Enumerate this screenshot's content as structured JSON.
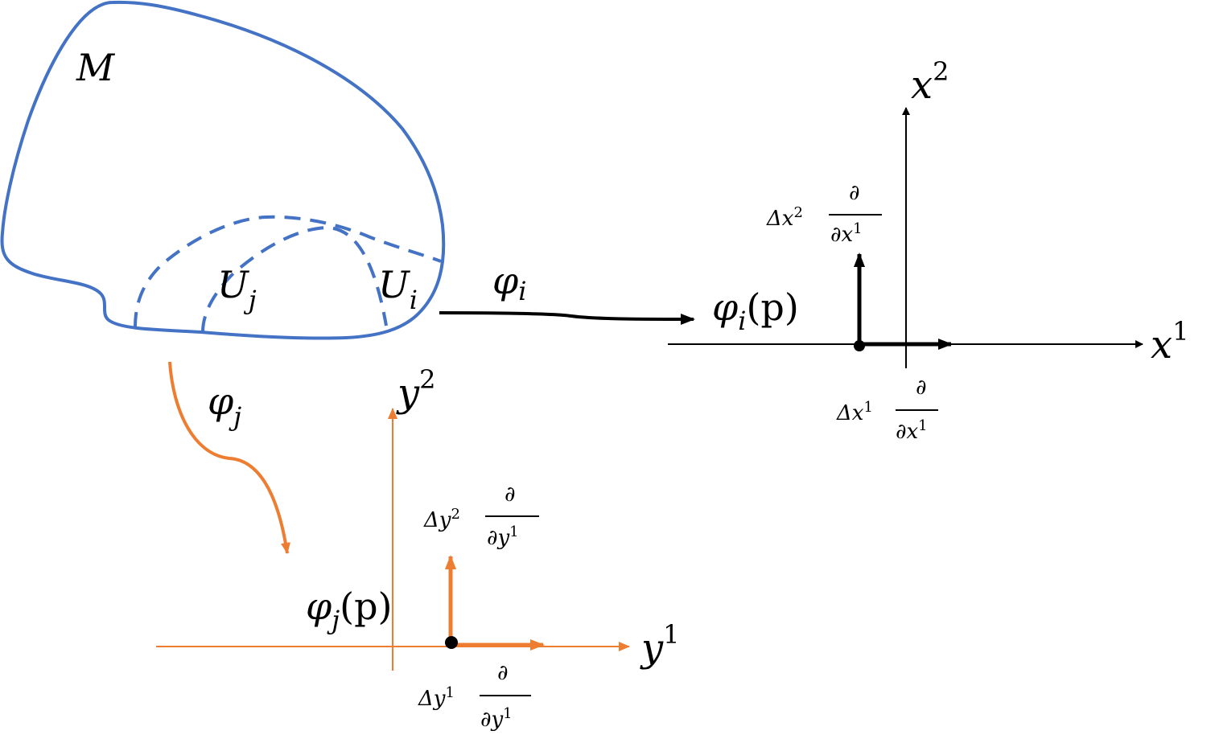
{
  "colors": {
    "manifold": "#4472C4",
    "chart_j": "#ED7D31",
    "chart_i": "#000000",
    "point": "#000000"
  },
  "manifold": {
    "label": "M",
    "open_sets": [
      {
        "name": "U",
        "sub": "j"
      },
      {
        "name": "U",
        "sub": "i"
      }
    ]
  },
  "maps": {
    "phi_i": {
      "symbol": "φ",
      "sub": "i"
    },
    "phi_j": {
      "symbol": "φ",
      "sub": "j"
    }
  },
  "chart_i": {
    "image_label": {
      "symbol": "φ",
      "sub": "i",
      "arg": "(p)"
    },
    "x_axis": {
      "base": "x",
      "sup": "1"
    },
    "y_axis": {
      "base": "x",
      "sup": "2"
    },
    "vec_horizontal": {
      "coef": "Δx",
      "coef_sup": "1",
      "num": "∂",
      "den": "∂x",
      "den_sup": "1"
    },
    "vec_vertical": {
      "coef": "Δx",
      "coef_sup": "2",
      "num": "∂",
      "den": "∂x",
      "den_sup": "1"
    }
  },
  "chart_j": {
    "image_label": {
      "symbol": "φ",
      "sub": "j",
      "arg": "(p)"
    },
    "x_axis": {
      "base": "y",
      "sup": "1"
    },
    "y_axis": {
      "base": "y",
      "sup": "2"
    },
    "vec_horizontal": {
      "coef": "Δy",
      "coef_sup": "1",
      "num": "∂",
      "den": "∂y",
      "den_sup": "1"
    },
    "vec_vertical": {
      "coef": "Δy",
      "coef_sup": "2",
      "num": "∂",
      "den": "∂y",
      "den_sup": "1"
    }
  }
}
